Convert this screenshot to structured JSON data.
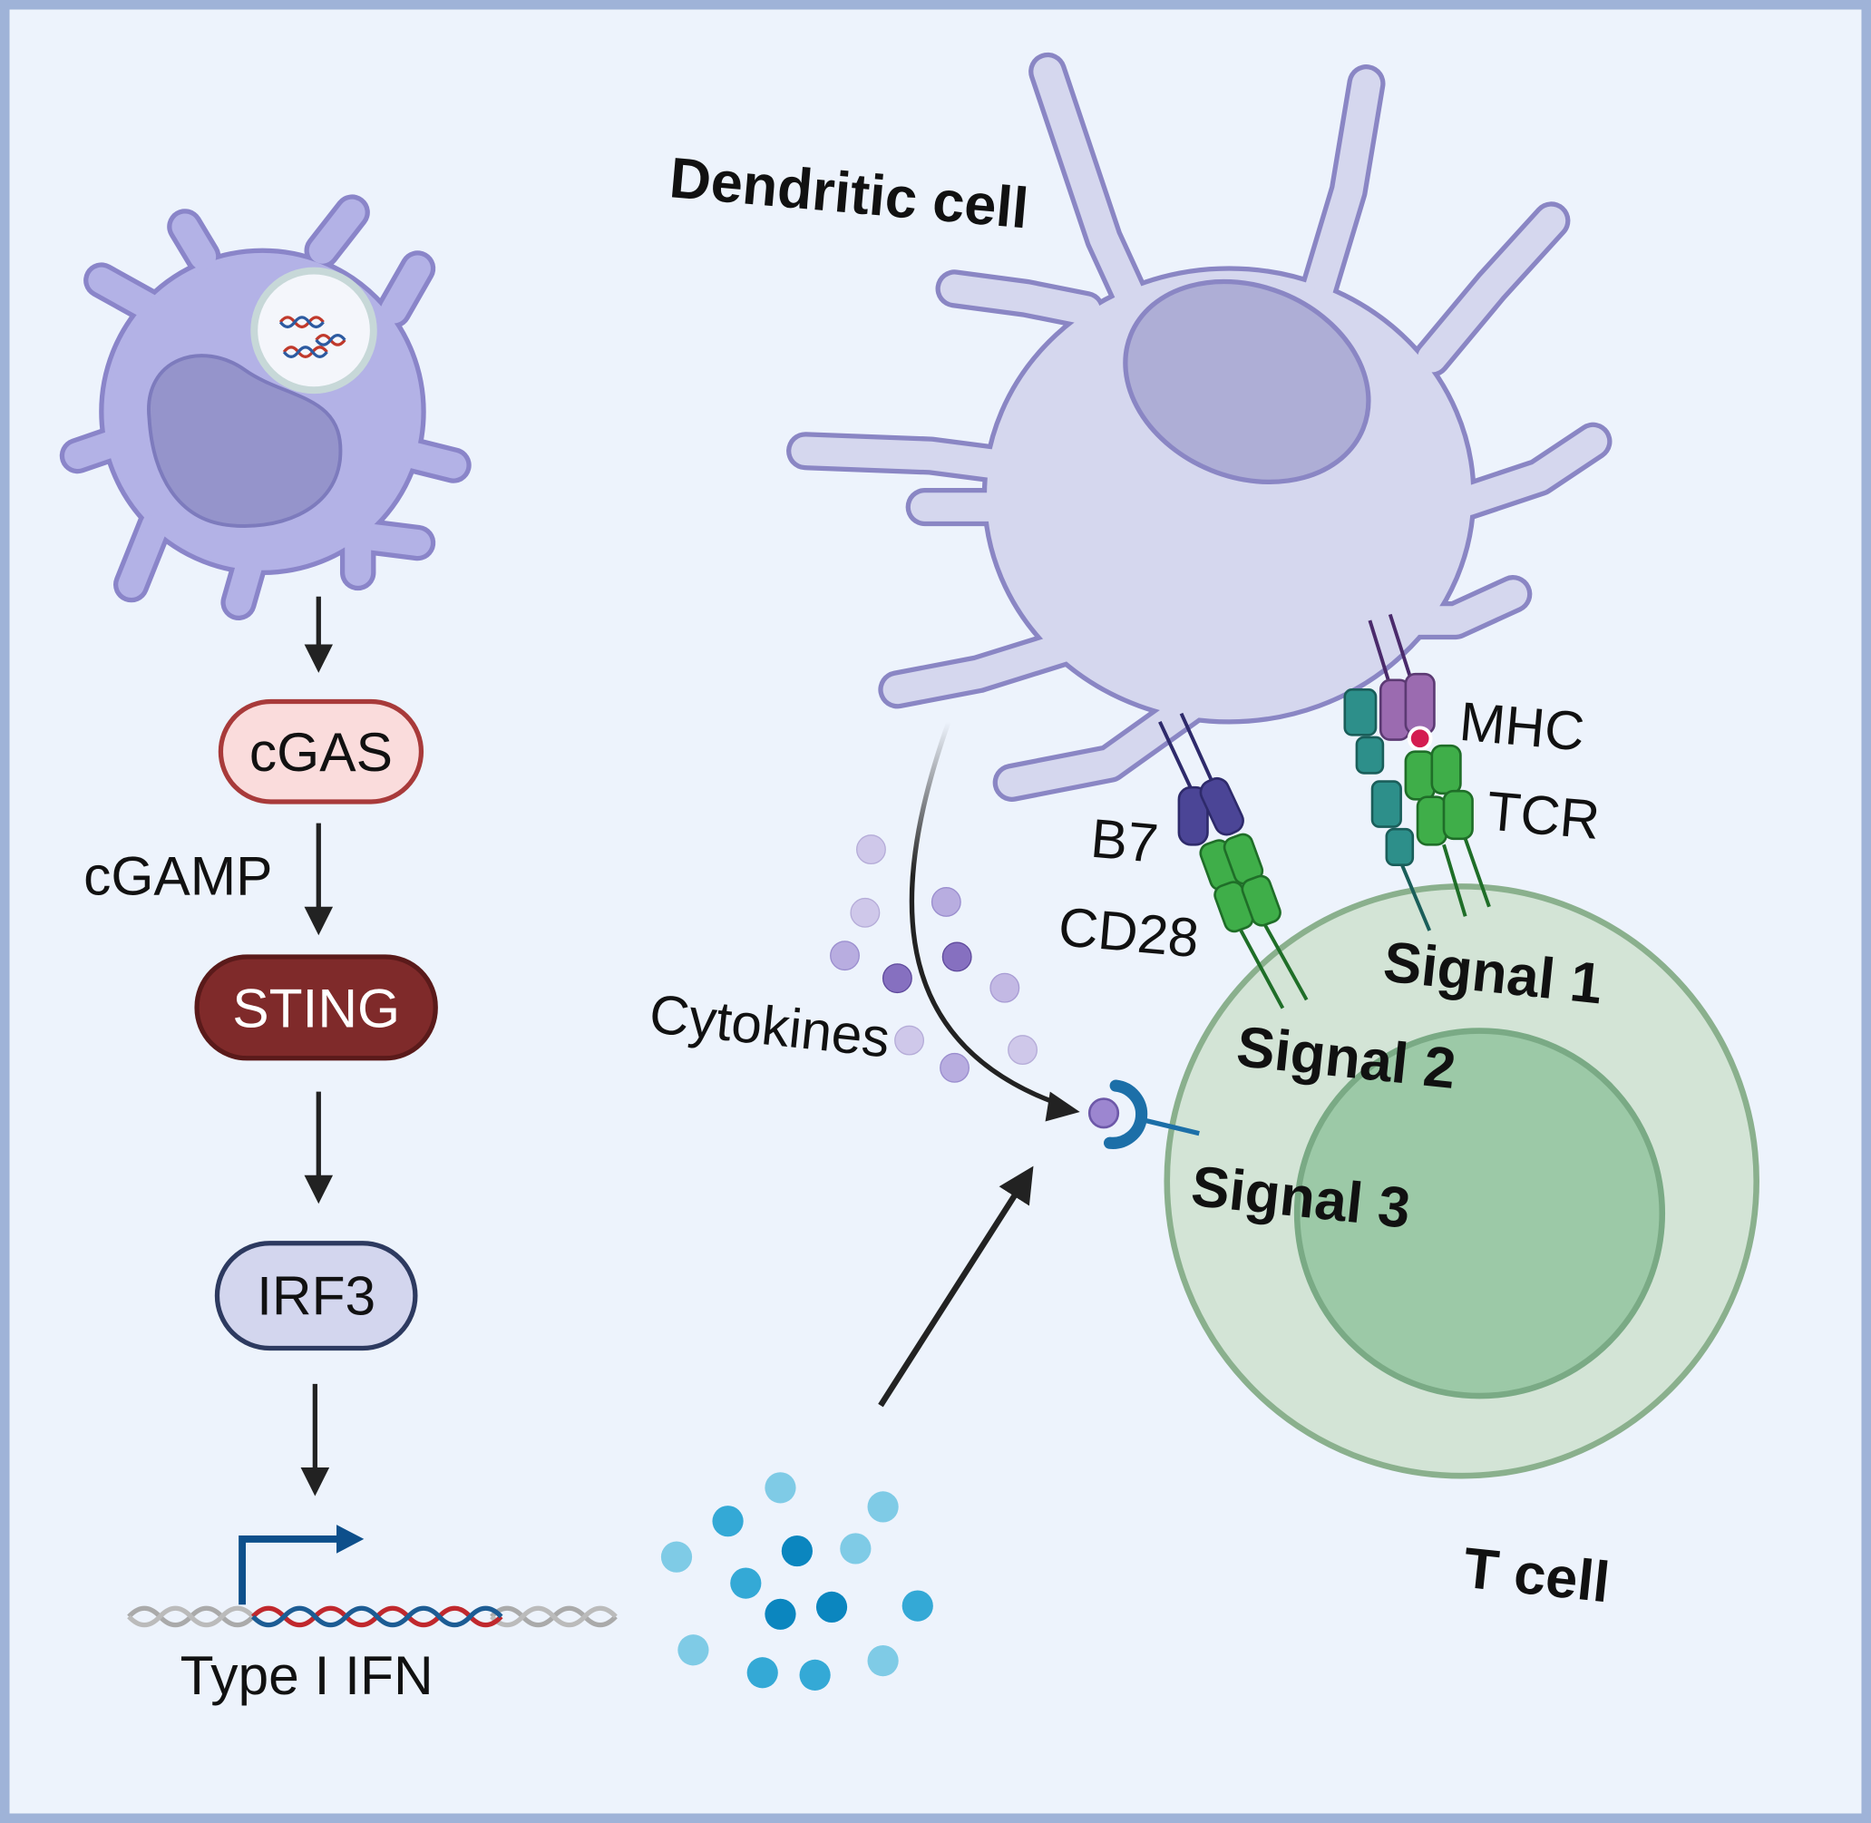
{
  "title": "Dendritic cell",
  "pathway": {
    "cgas": "cGAS",
    "cgamp": "cGAMP",
    "sting": "STING",
    "irf3": "IRF3",
    "type1_ifn": "Type I IFN"
  },
  "labels": {
    "cytokines": "Cytokines",
    "b7": "B7",
    "cd28": "CD28",
    "mhc": "MHC",
    "tcr": "TCR",
    "signal1": "Signal 1",
    "signal2": "Signal 2",
    "signal3": "Signal 3",
    "tcell": "T cell"
  },
  "colors": {
    "background": "#edf3fc",
    "border": "#9fb3d8",
    "cgas_fill": "#fadcdc",
    "sting_fill": "#7f2a2a",
    "irf3_fill": "#d3d6ee",
    "tcell_outer": "#d3e4d6",
    "tcell_inner": "#9cc9a7",
    "dc_fill": "#d5d7ee"
  }
}
